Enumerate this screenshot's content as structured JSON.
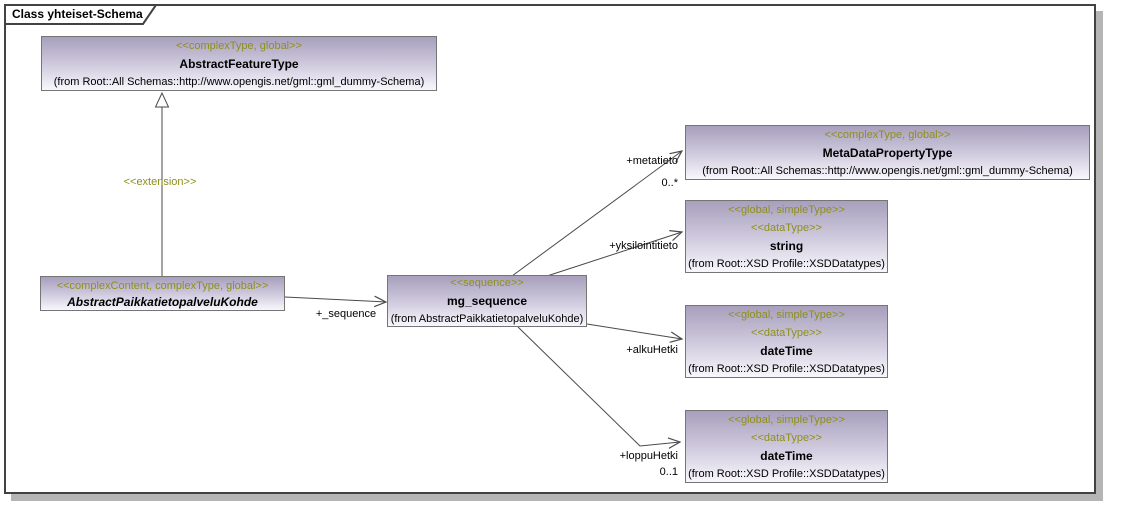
{
  "frame": {
    "title": "Class yhteiset-Schema"
  },
  "colors": {
    "stereotype_text": "#8f8f1b",
    "box_gradient_top": "#a79fbc",
    "box_gradient_bottom": "#f8f7fc",
    "box_border": "#757575",
    "edge_line": "#4a4a4a",
    "frame_border": "#424242",
    "frame_shadow": "#b5b5b5"
  },
  "classes": [
    {
      "stereotype1": "<<complexType, global>>",
      "name": "AbstractFeatureType",
      "from": "(from Root::All Schemas::http://www.opengis.net/gml::gml_dummy-Schema)"
    },
    {
      "stereotype1": "<<complexContent, complexType, global>>",
      "name": "AbstractPaikkatietopalveluKohde"
    },
    {
      "stereotype1": "<<sequence>>",
      "name": "mg_sequence",
      "from": "(from AbstractPaikkatietopalveluKohde)"
    },
    {
      "stereotype1": "<<complexType, global>>",
      "name": "MetaDataPropertyType",
      "from": "(from Root::All Schemas::http://www.opengis.net/gml::gml_dummy-Schema)"
    },
    {
      "stereotype1": "<<global, simpleType>>",
      "stereotype2": "<<dataType>>",
      "name": "string",
      "from": "(from Root::XSD Profile::XSDDatatypes)"
    },
    {
      "stereotype1": "<<global, simpleType>>",
      "stereotype2": "<<dataType>>",
      "name": "dateTime",
      "from": "(from Root::XSD Profile::XSDDatatypes)"
    },
    {
      "stereotype1": "<<global, simpleType>>",
      "stereotype2": "<<dataType>>",
      "name": "dateTime",
      "from": "(from Root::XSD Profile::XSDDatatypes)"
    }
  ],
  "edges": {
    "extension_label": "<<extension>>",
    "sequence_label": "+_sequence",
    "metatieto_label": "+metatieto",
    "metatieto_multiplicity": "0..*",
    "yksilointitieto_label": "+yksilointitieto",
    "alkuhetki_label": "+alkuHetki",
    "loppuhetki_label": "+loppuHetki",
    "loppuhetki_multiplicity": "0..1"
  }
}
